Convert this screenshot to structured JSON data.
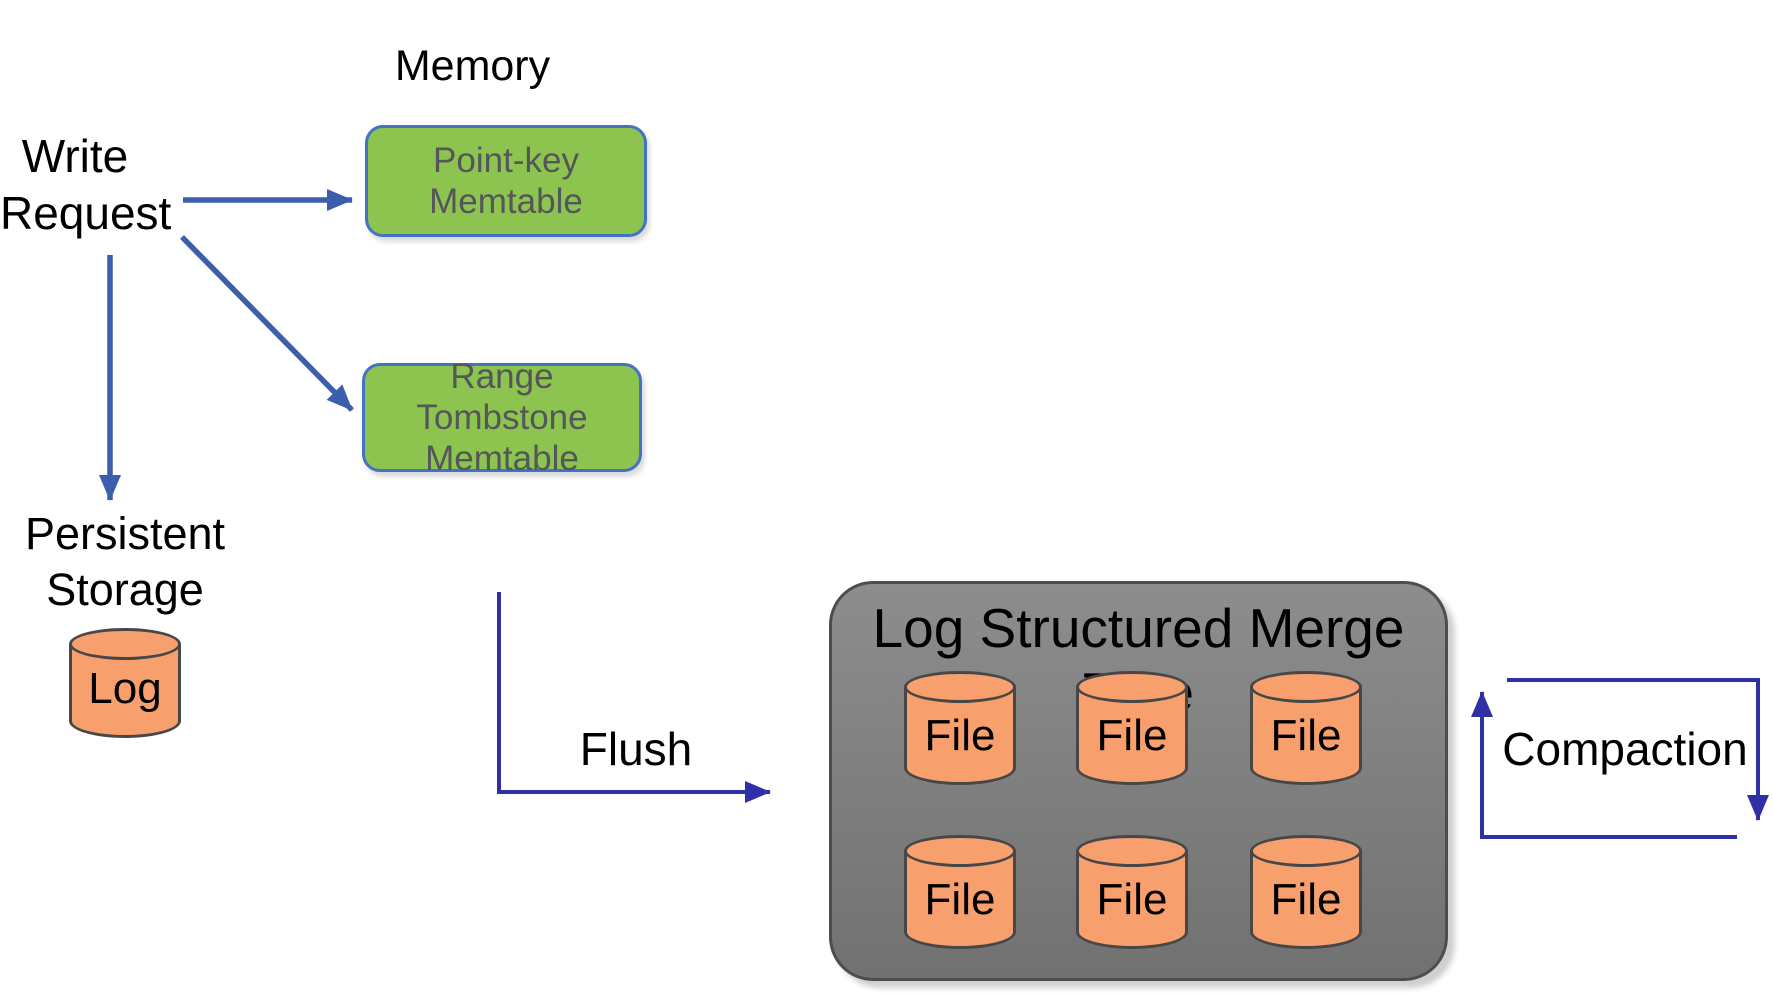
{
  "labels": {
    "memory": "Memory",
    "write_line1": "Write",
    "write_line2": "Request",
    "persistent_line1": "Persistent",
    "persistent_line2": "Storage",
    "log": "Log",
    "flush": "Flush",
    "compaction": "Compaction"
  },
  "memtables": [
    {
      "line1": "Point-key",
      "line2": "Memtable"
    },
    {
      "line1": "Range Tombstone",
      "line2": "Memtable"
    }
  ],
  "lsm": {
    "title": "Log Structured Merge Tree",
    "files": [
      "File",
      "File",
      "File",
      "File",
      "File",
      "File"
    ]
  },
  "colors": {
    "green": "#8CC44F",
    "greenBorder": "#4472C4",
    "memtableText": "#54565A",
    "orange": "#F7A06E",
    "cylBorder": "#474747",
    "grayTop": "#8D8D8D",
    "grayBottom": "#717171",
    "grayBorder": "#4D4D4D",
    "writeArrow": "#3B5EAD",
    "flowArrow": "#3030A6",
    "text": "#000000"
  }
}
